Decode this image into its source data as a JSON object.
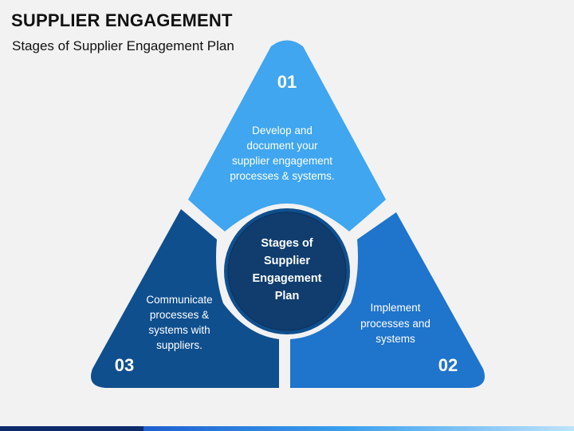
{
  "header": {
    "title": "SUPPLIER ENGAGEMENT",
    "subtitle": "Stages of Supplier Engagement Plan"
  },
  "diagram": {
    "center": {
      "lines": [
        "Stages of",
        "Supplier",
        "Engagement",
        "Plan"
      ],
      "color": "#103d6e"
    },
    "segments": [
      {
        "number": "01",
        "lines": [
          "Develop and",
          "document your",
          "supplier engagement",
          "processes & systems."
        ],
        "color": "#3fa6ef"
      },
      {
        "number": "02",
        "lines": [
          "Implement",
          "processes and",
          "systems"
        ],
        "color": "#1f74cc"
      },
      {
        "number": "03",
        "lines": [
          "Communicate",
          "processes &",
          "systems with",
          "suppliers."
        ],
        "color": "#0f4f8e"
      }
    ]
  }
}
